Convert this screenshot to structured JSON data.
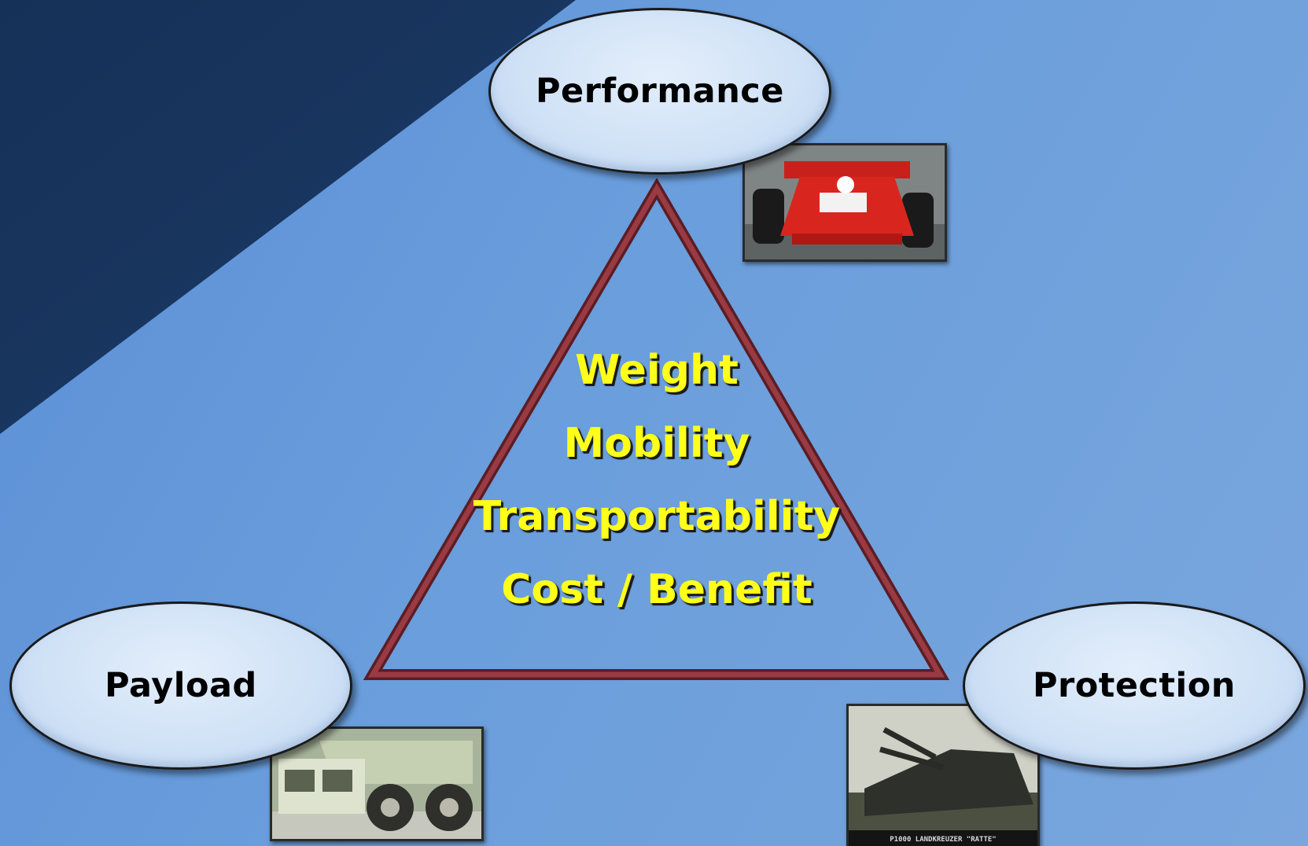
{
  "diagram": {
    "nodes": {
      "performance": "Performance",
      "payload": "Payload",
      "protection": "Protection"
    },
    "center_items": [
      "Weight",
      "Mobility",
      "Transportability",
      "Cost / Benefit"
    ],
    "images": {
      "race_car": "race-car-photo",
      "haul_truck": "haul-truck-photo",
      "tank": "armored-vehicle-photo"
    },
    "tank_caption": "P1000 LANDKREUZER \"RATTE\""
  },
  "colors": {
    "background": "#6a9bd8",
    "dark_corner": "#18355e",
    "oval_fill": "#cfe1f6",
    "triangle_stroke": "#8a2d36",
    "center_text": "#ffff1a"
  }
}
